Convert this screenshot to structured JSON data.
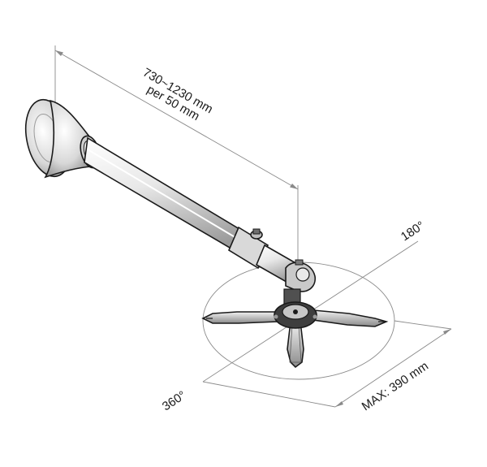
{
  "labels": {
    "length_range": "730~1230 mm",
    "length_step": "per 50 mm",
    "tilt_angle": "180°",
    "rotation_angle": "360°",
    "max_reach": "MAX: 390 mm"
  },
  "colors": {
    "outline": "#1a1a1a",
    "dimension_line": "#8a8a8a",
    "metal_light": "#e6e6e6",
    "metal_mid": "#bdbdbd",
    "metal_dark": "#6e6e6e"
  }
}
